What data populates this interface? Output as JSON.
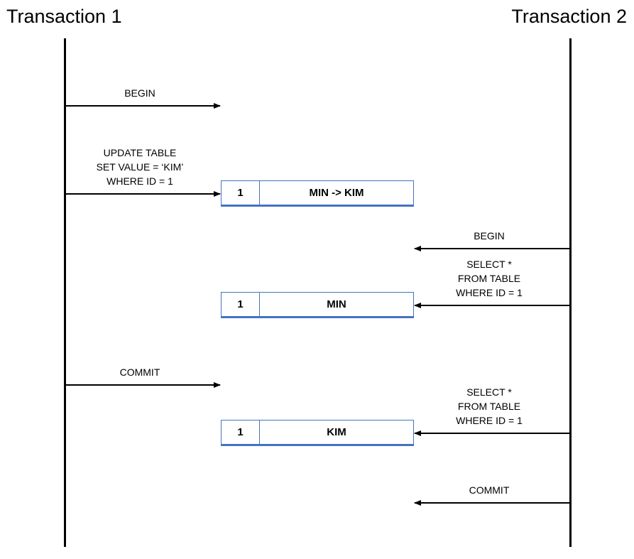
{
  "lanes": {
    "left": "Transaction 1",
    "right": "Transaction 2"
  },
  "messages": [
    {
      "from": "left",
      "lines": [
        "BEGIN"
      ]
    },
    {
      "from": "left",
      "lines": [
        "UPDATE TABLE",
        "SET VALUE = ‘KIM’",
        "WHERE ID = 1"
      ]
    },
    {
      "from": "right",
      "lines": [
        "BEGIN"
      ]
    },
    {
      "from": "right",
      "lines": [
        "SELECT *",
        "FROM TABLE",
        "WHERE ID = 1"
      ]
    },
    {
      "from": "left",
      "lines": [
        "COMMIT"
      ]
    },
    {
      "from": "right",
      "lines": [
        "SELECT *",
        "FROM TABLE",
        "WHERE ID = 1"
      ]
    },
    {
      "from": "right",
      "lines": [
        "COMMIT"
      ]
    }
  ],
  "rows": [
    {
      "id": "1",
      "value": "MIN -> KIM"
    },
    {
      "id": "1",
      "value": "MIN"
    },
    {
      "id": "1",
      "value": "KIM"
    }
  ]
}
